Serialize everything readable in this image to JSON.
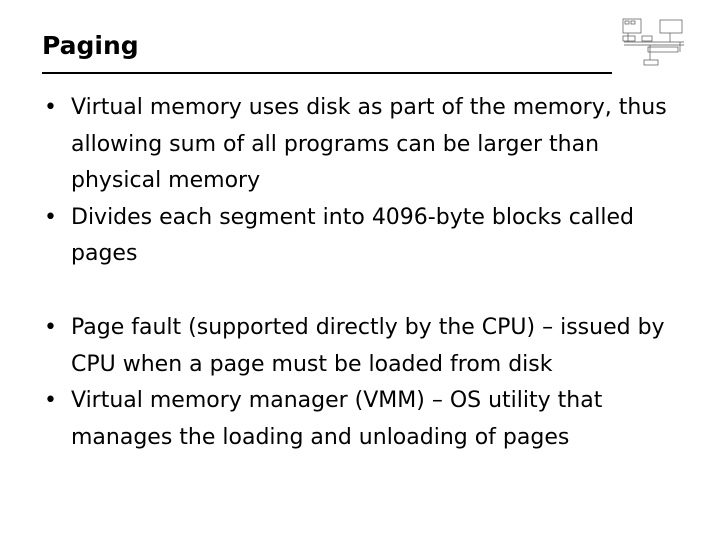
{
  "slide": {
    "title": "Paging",
    "bullet_char": "•",
    "group1": [
      "Virtual memory uses disk as part of the memory, thus allowing sum of all programs can be larger than physical memory",
      "Divides each segment into 4096-byte blocks called pages"
    ],
    "group2": [
      "Page fault (supported directly by the CPU) – issued by CPU when a page must be loaded from disk",
      "Virtual memory manager (VMM) – OS utility that manages the loading and unloading of pages"
    ]
  },
  "colors": {
    "text": "#000000",
    "background": "#ffffff"
  }
}
